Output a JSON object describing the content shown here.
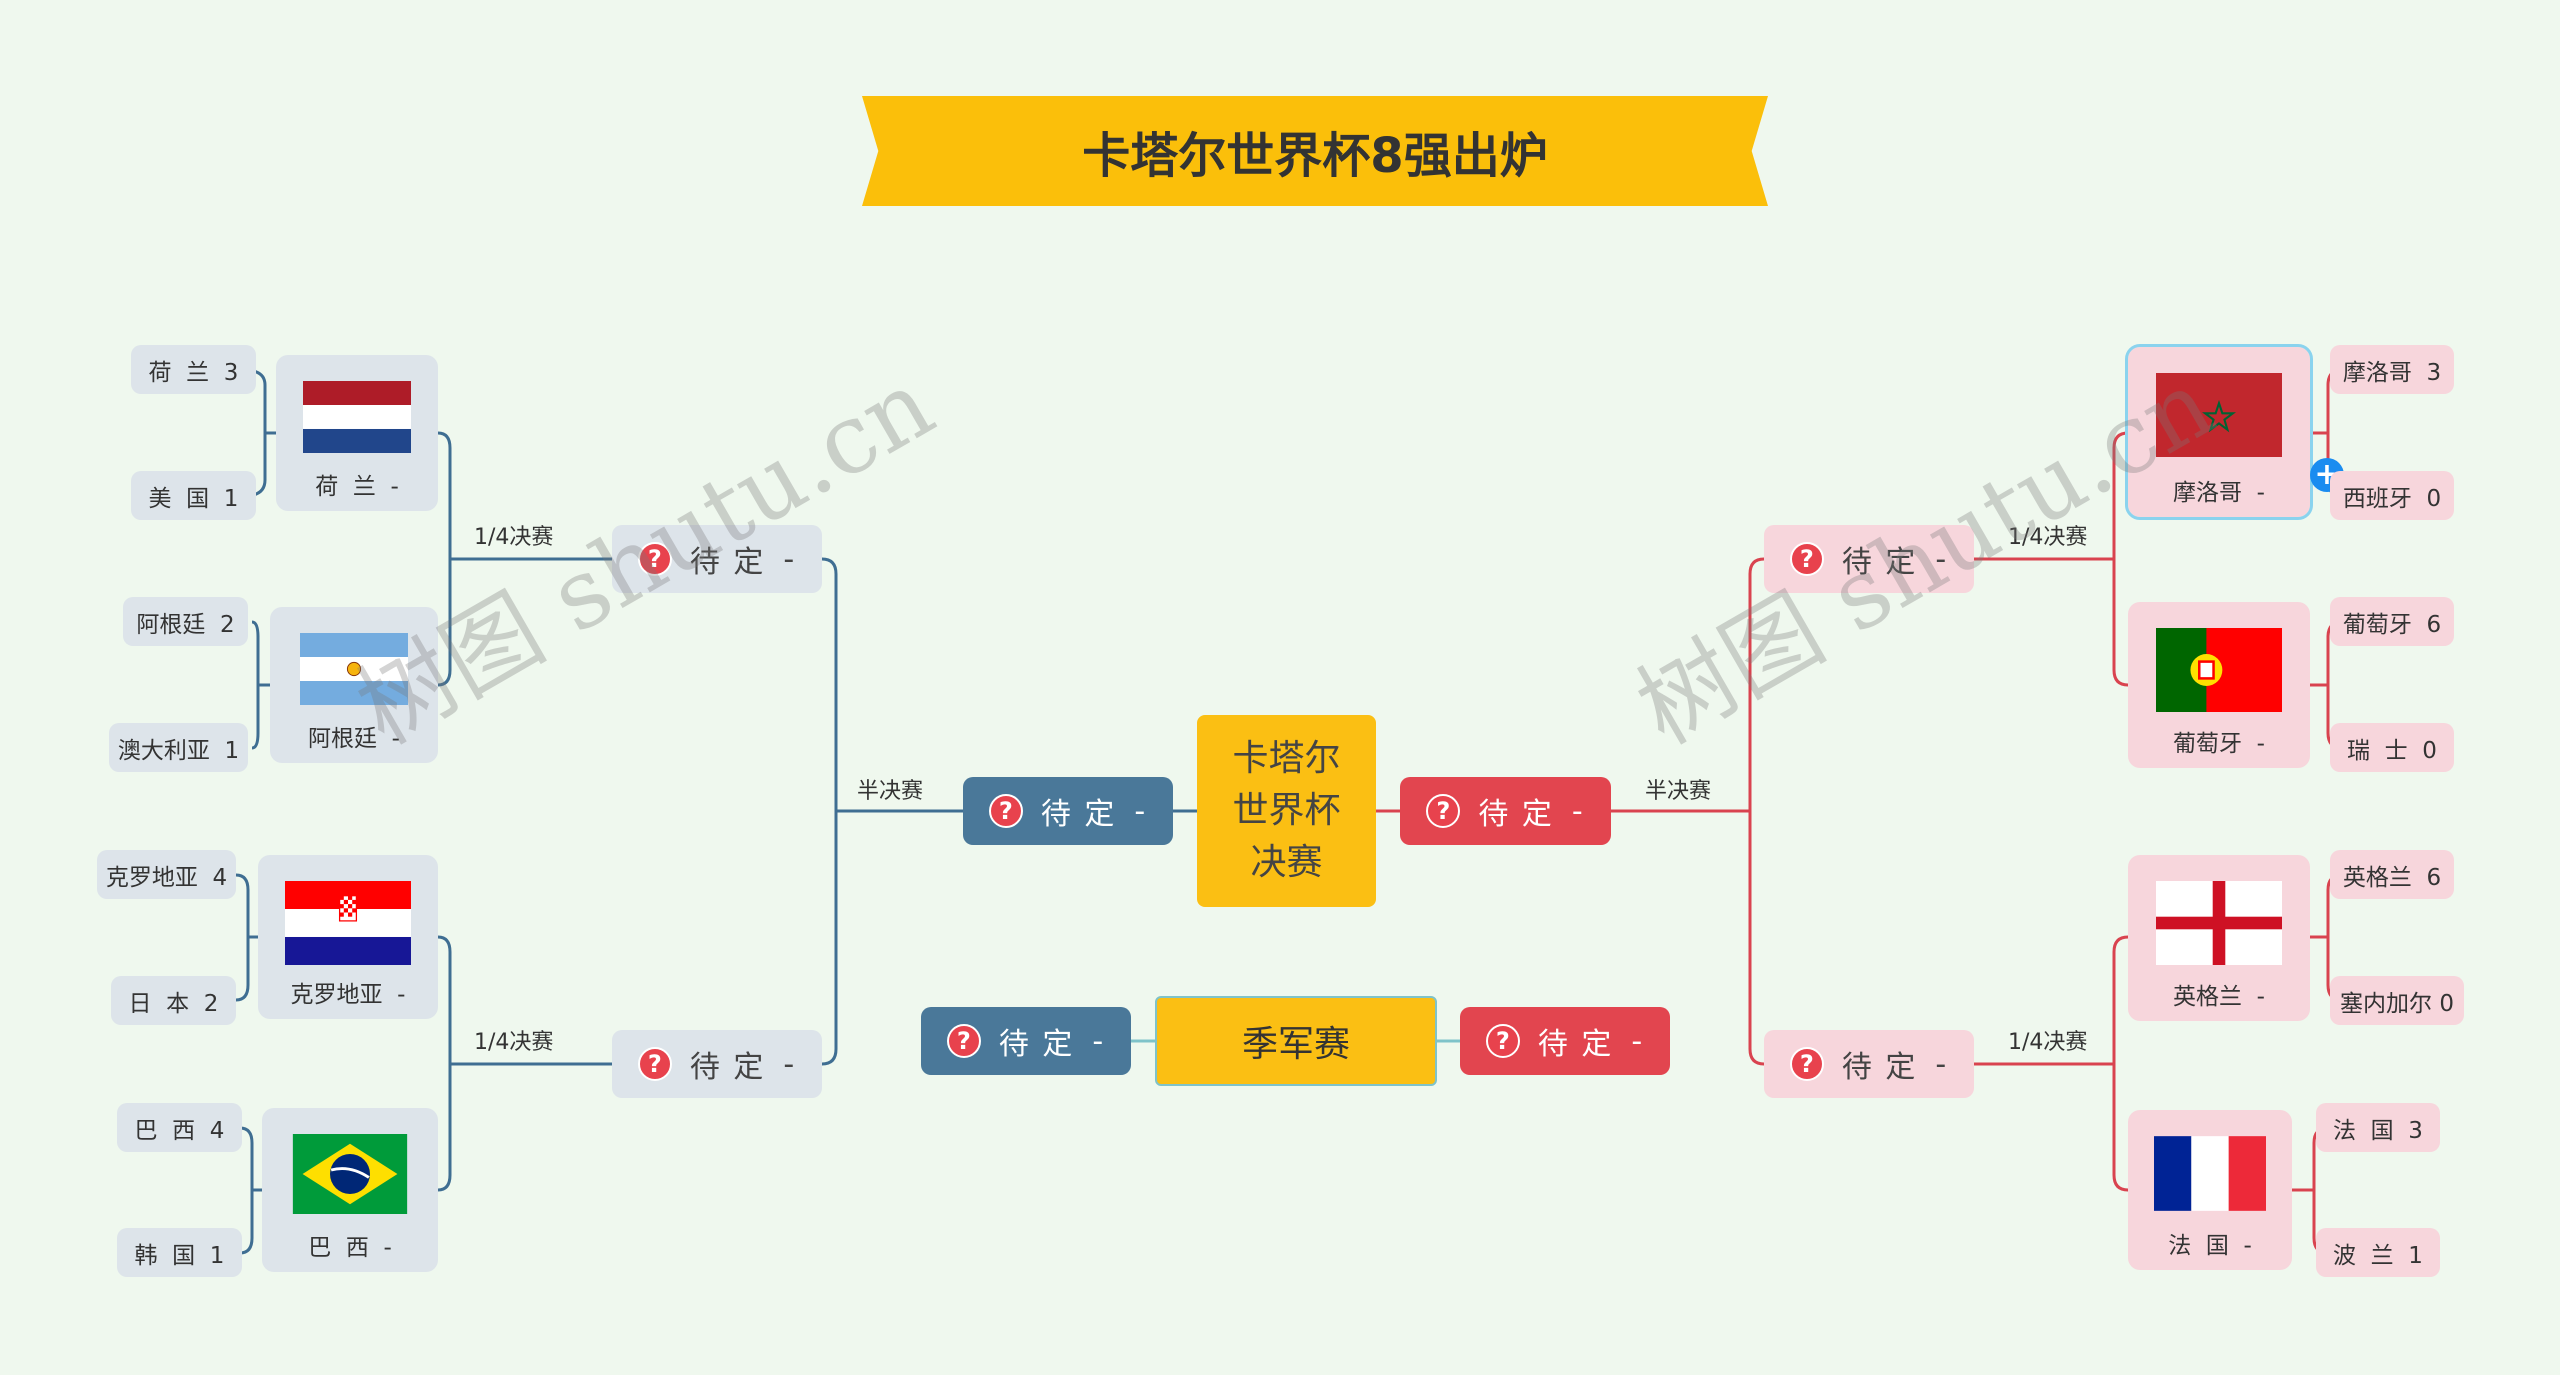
{
  "title": "卡塔尔世界杯8强出炉",
  "center_final": [
    "卡塔尔",
    "世界杯",
    "决赛"
  ],
  "third_place": "季军赛",
  "labels": {
    "quarter": "1/4决赛",
    "semi": "半决赛",
    "pending": "待 定",
    "dash": "-"
  },
  "watermark": "树图 shutu.cn",
  "colors": {
    "left_line": "#3f6e92",
    "right_line": "#d9434f",
    "accent": "#fbbf13"
  },
  "left": {
    "r16": [
      {
        "a": "荷  兰  3",
        "b": "美  国  1",
        "flag": "netherlands",
        "winner": "荷  兰  -"
      },
      {
        "a": "阿根廷  2",
        "b": "澳大利亚  1",
        "flag": "argentina",
        "winner": "阿根廷  -"
      },
      {
        "a": "克罗地亚  4",
        "b": "日  本  2",
        "flag": "croatia",
        "winner": "克罗地亚  -"
      },
      {
        "a": "巴  西  4",
        "b": "韩  国  1",
        "flag": "brazil",
        "winner": "巴  西  -"
      }
    ]
  },
  "right": {
    "r16": [
      {
        "a": "摩洛哥  3",
        "b": "西班牙  0",
        "flag": "morocco",
        "winner": "摩洛哥  -"
      },
      {
        "a": "葡萄牙  6",
        "b": "瑞  士  0",
        "flag": "portugal",
        "winner": "葡萄牙  -"
      },
      {
        "a": "英格兰  6",
        "b": "塞内加尔 0",
        "flag": "england",
        "winner": "英格兰  -"
      },
      {
        "a": "法  国  3",
        "b": "波  兰  1",
        "flag": "france",
        "winner": "法  国  -"
      }
    ]
  },
  "icons": {
    "pending": "question-mark-icon",
    "add": "plus-icon"
  }
}
